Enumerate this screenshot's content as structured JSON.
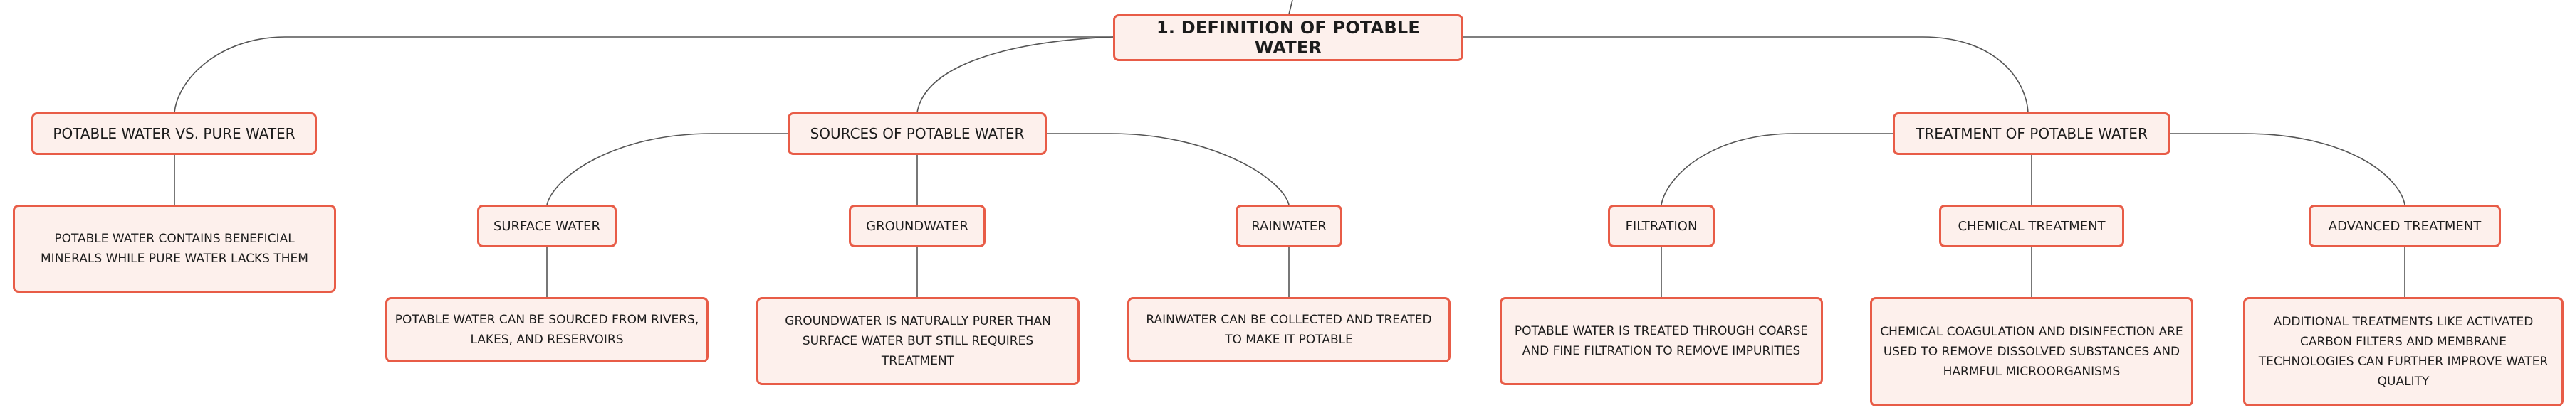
{
  "diagram": {
    "colors": {
      "node_fill": "#fdf0ec",
      "node_border": "#e85c47",
      "connector": "#555555",
      "text": "#1c1c1c"
    },
    "root": {
      "label": "1. DEFINITION OF POTABLE WATER"
    },
    "branches": {
      "potable_vs_pure": {
        "label": "POTABLE WATER VS. PURE WATER",
        "detail": "POTABLE WATER CONTAINS BENEFICIAL MINERALS WHILE PURE WATER LACKS THEM"
      },
      "sources": {
        "label": "SOURCES OF POTABLE WATER",
        "children": {
          "surface": {
            "label": "SURFACE WATER",
            "detail": "POTABLE WATER CAN BE SOURCED FROM RIVERS, LAKES, AND RESERVOIRS"
          },
          "ground": {
            "label": "GROUNDWATER",
            "detail": "GROUNDWATER IS NATURALLY PURER THAN SURFACE WATER BUT STILL REQUIRES TREATMENT"
          },
          "rain": {
            "label": "RAINWATER",
            "detail": "RAINWATER CAN BE COLLECTED AND TREATED TO MAKE IT POTABLE"
          }
        }
      },
      "treatment": {
        "label": "TREATMENT OF POTABLE WATER",
        "children": {
          "filtration": {
            "label": "FILTRATION",
            "detail": "POTABLE WATER IS TREATED THROUGH COARSE AND FINE FILTRATION TO REMOVE IMPURITIES"
          },
          "chemical": {
            "label": "CHEMICAL TREATMENT",
            "detail": "CHEMICAL COAGULATION AND DISINFECTION ARE USED TO REMOVE DISSOLVED SUBSTANCES AND HARMFUL MICROORGANISMS"
          },
          "advanced": {
            "label": "ADVANCED TREATMENT",
            "detail": "ADDITIONAL TREATMENTS LIKE ACTIVATED CARBON FILTERS AND MEMBRANE TECHNOLOGIES CAN FURTHER IMPROVE WATER QUALITY"
          }
        }
      }
    }
  }
}
